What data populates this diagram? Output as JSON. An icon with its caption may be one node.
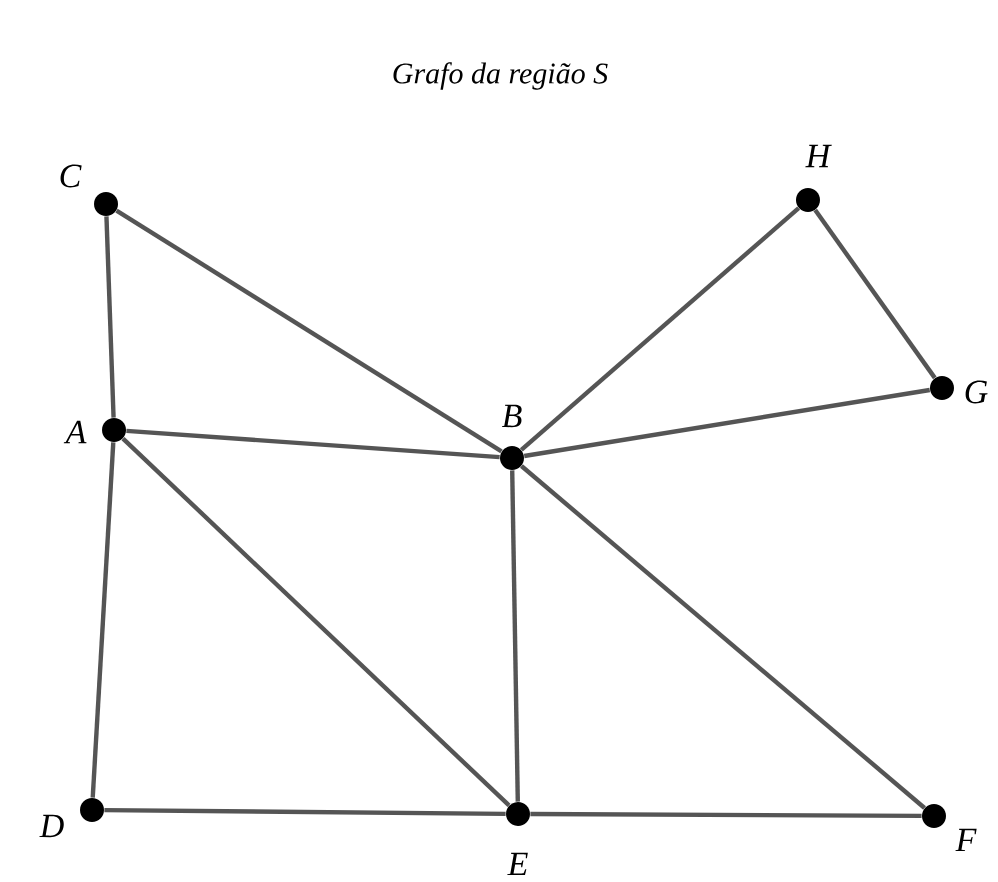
{
  "diagram": {
    "title": "Grafo da região S",
    "nodes": [
      {
        "text": [],
        "shape": "circle",
        "beside": [
          "C"
        ]
      },
      {
        "text": [],
        "shape": "circle",
        "beside": [
          "H"
        ]
      },
      {
        "text": [],
        "shape": "circle",
        "beside": [
          "G"
        ]
      },
      {
        "text": [],
        "shape": "circle",
        "beside": [
          "A"
        ]
      },
      {
        "text": [],
        "shape": "circle",
        "beside": [
          "B"
        ]
      },
      {
        "text": [],
        "shape": "circle",
        "beside": [
          "D"
        ]
      },
      {
        "text": [],
        "shape": "circle",
        "beside": [
          "E"
        ]
      },
      {
        "text": [],
        "shape": "circle",
        "beside": [
          "F"
        ]
      }
    ],
    "edges": [
      {
        "from": 0,
        "to": 3,
        "arrow": "none"
      },
      {
        "from": 0,
        "to": 4,
        "arrow": "none"
      },
      {
        "from": 3,
        "to": 4,
        "arrow": "none"
      },
      {
        "from": 1,
        "to": 4,
        "arrow": "none"
      },
      {
        "from": 1,
        "to": 2,
        "arrow": "none"
      },
      {
        "from": 4,
        "to": 2,
        "arrow": "none"
      },
      {
        "from": 3,
        "to": 5,
        "arrow": "none"
      },
      {
        "from": 3,
        "to": 6,
        "arrow": "none"
      },
      {
        "from": 4,
        "to": 6,
        "arrow": "none"
      },
      {
        "from": 4,
        "to": 7,
        "arrow": "none"
      },
      {
        "from": 5,
        "to": 6,
        "arrow": "none"
      },
      {
        "from": 6,
        "to": 7,
        "arrow": "none"
      }
    ]
  }
}
